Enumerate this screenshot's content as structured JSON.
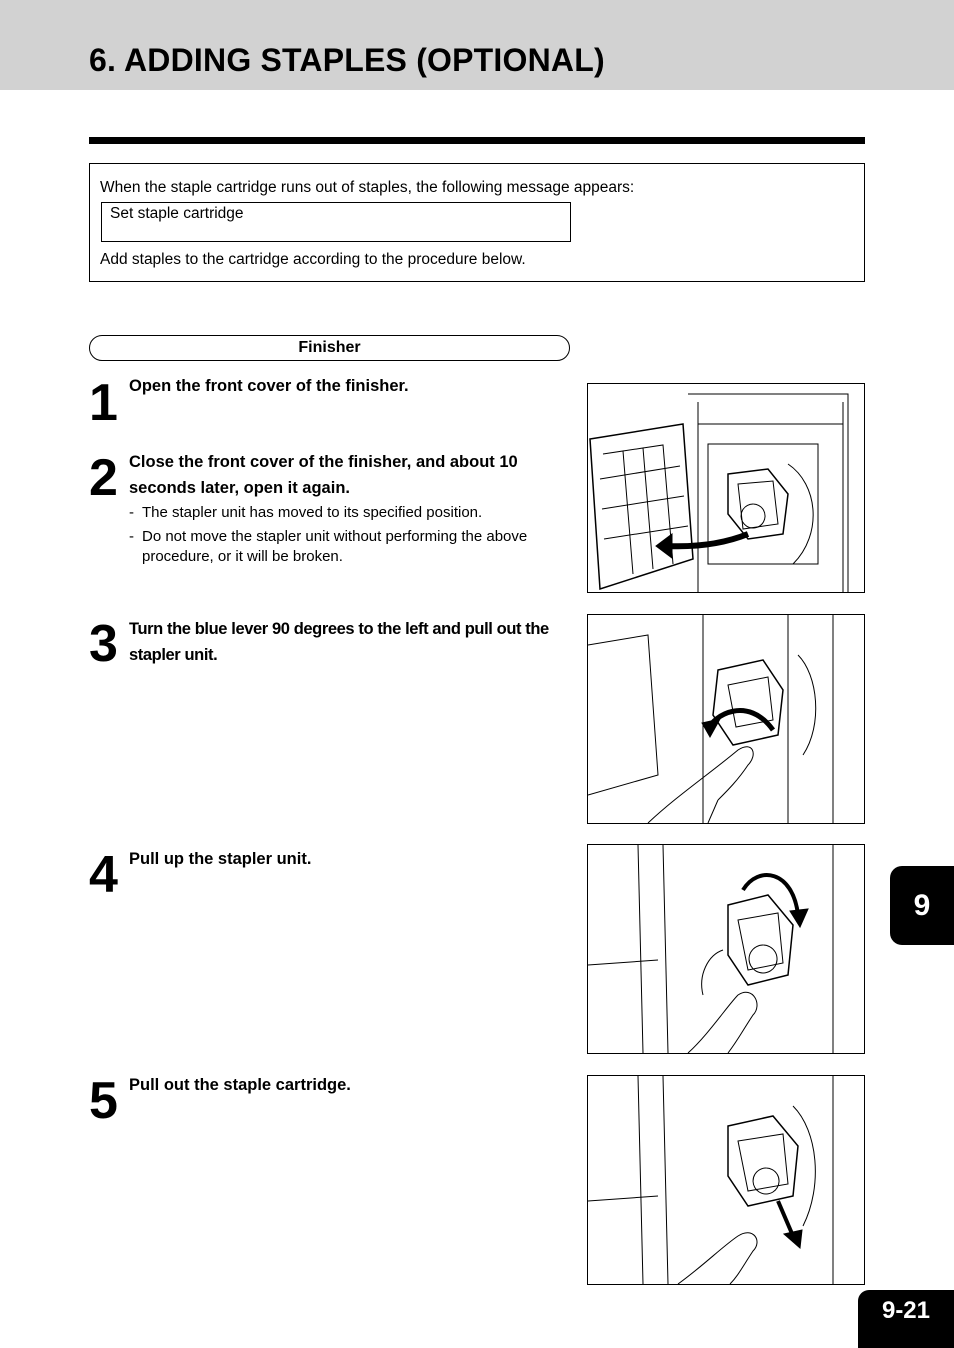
{
  "header": {
    "title": "6. ADDING STAPLES (OPTIONAL)"
  },
  "notice": {
    "intro": "When the staple cartridge runs out of staples, the following message appears:",
    "message": "Set staple cartridge",
    "outro": "Add staples to the cartridge according to the procedure below."
  },
  "section": {
    "label": "Finisher"
  },
  "steps": [
    {
      "number": "1",
      "text": "Open the front cover of the finisher."
    },
    {
      "number": "2",
      "text": "Close the front cover of the finisher, and about 10 seconds later, open it again.",
      "notes": [
        "The stapler unit has moved to its specified position.",
        "Do not move the stapler unit without performing the above procedure, or it will be broken."
      ]
    },
    {
      "number": "3",
      "text": "Turn the blue lever 90 degrees to the left and pull out the stapler unit."
    },
    {
      "number": "4",
      "text": "Pull up the stapler unit."
    },
    {
      "number": "5",
      "text": "Pull out the staple cartridge."
    }
  ],
  "note_dash": "-",
  "chapter_tab": "9",
  "page_number": "9-21"
}
